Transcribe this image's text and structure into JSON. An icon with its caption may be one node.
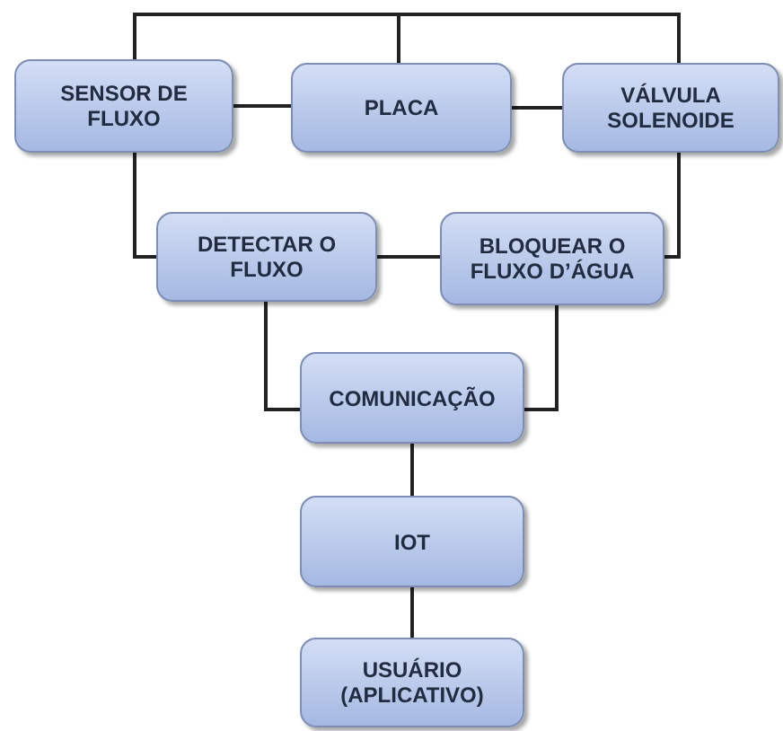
{
  "diagram": {
    "nodes": [
      {
        "text": [
          "SENSOR DE FLUXO"
        ]
      },
      {
        "text": [
          "PLACA"
        ]
      },
      {
        "text": [
          "VÁLVULA SOLENOIDE"
        ]
      },
      {
        "text": [
          "DETECTAR O FLUXO"
        ]
      },
      {
        "text": [
          "BLOQUEAR O FLUXO D’ÁGUA"
        ]
      },
      {
        "text": [
          "COMUNICAÇÃO"
        ]
      },
      {
        "text": [
          "IOT"
        ]
      },
      {
        "text": [
          "USUÁRIO (APLICATIVO)"
        ]
      }
    ],
    "edges": [
      {
        "from": 0,
        "to": 1,
        "arrow": "none"
      },
      {
        "from": 1,
        "to": 2,
        "arrow": "none"
      },
      {
        "from": 0,
        "to": 1,
        "arrow": "none"
      },
      {
        "from": 1,
        "to": 2,
        "arrow": "none"
      },
      {
        "from": 0,
        "to": 3,
        "arrow": "none"
      },
      {
        "from": 3,
        "to": 4,
        "arrow": "none"
      },
      {
        "from": 2,
        "to": 4,
        "arrow": "none"
      },
      {
        "from": 3,
        "to": 5,
        "arrow": "none"
      },
      {
        "from": 4,
        "to": 5,
        "arrow": "none"
      },
      {
        "from": 5,
        "to": 6,
        "arrow": "none"
      },
      {
        "from": 6,
        "to": 7,
        "arrow": "none"
      }
    ]
  }
}
